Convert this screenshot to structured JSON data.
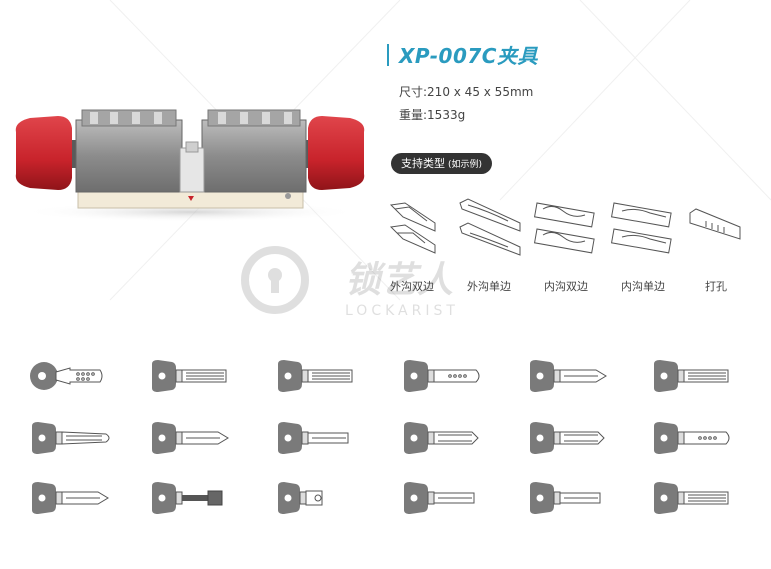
{
  "title": "XP-007C夹具",
  "specs": {
    "size": "尺寸:210 x 45 x 55mm",
    "weight": "重量:1533g"
  },
  "support": {
    "label": "支持类型",
    "note": "(如示例)"
  },
  "types": [
    {
      "label": "外沟双边"
    },
    {
      "label": "外沟单边"
    },
    {
      "label": "内沟双边"
    },
    {
      "label": "内沟单边"
    },
    {
      "label": "打孔"
    }
  ],
  "watermark": {
    "brand_cn": "锁艺人",
    "brand_en": "LOCKARIST"
  },
  "colors": {
    "accent": "#2a9bbf",
    "knob_red": "#c8232b",
    "body_gray": "#8a8a8a",
    "key_head": "#7a7a7a"
  },
  "keys": {
    "rows": [
      [
        "round-dimple-key",
        "flat-key",
        "flat-key",
        "dimple-key",
        "pointed-key",
        "flat-key"
      ],
      [
        "wide-blade-key",
        "pointed-key",
        "plain-blade-key",
        "grooved-key",
        "grooved-key",
        "dimple-key"
      ],
      [
        "pointed-key",
        "tubular-key",
        "short-tubular-key",
        "plain-blade-key",
        "plain-blade-key",
        "flat-key"
      ]
    ]
  }
}
